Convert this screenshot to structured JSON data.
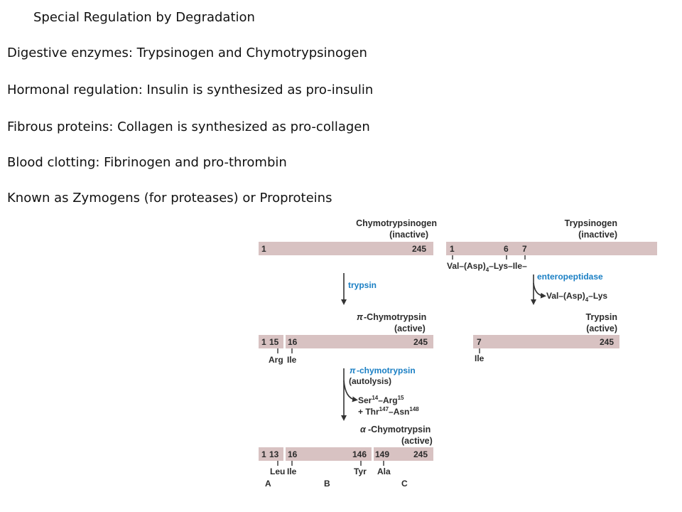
{
  "slide": {
    "title": "Special Regulation by Degradation",
    "lines": [
      "Digestive enzymes: Trypsinogen and Chymotrypsinogen",
      "Hormonal regulation: Insulin is synthesized as pro-insulin",
      "Fibrous proteins: Collagen is synthesized as pro-collagen",
      "Blood clotting: Fibrinogen and pro-thrombin",
      "Known as Zymogens (for proteases) or Proproteins"
    ]
  },
  "diagram": {
    "chymotrypsinogen": {
      "name": "Chymotrypsinogen",
      "state": "(inactive)",
      "start": "1",
      "end": "245"
    },
    "trypsin_step": "trypsin",
    "pi_chymotrypsin": {
      "name": "-Chymotrypsin",
      "symbol": "π",
      "state": "(active)",
      "n15": "15",
      "n16": "16",
      "end": "245",
      "res1": "Arg",
      "res2": "Ile"
    },
    "autolysis": {
      "label": "-chymotrypsin",
      "symbol": "π",
      "sub": "(autolysis)",
      "released1": "Ser–Arg",
      "released1_sup1": "14",
      "released1_sup2": "15",
      "released2": "+ Thr–Asn",
      "released2_sup1": "147",
      "released2_sup2": "148"
    },
    "alpha_chymotrypsin": {
      "name": "-Chymotrypsin",
      "symbol": "α",
      "state": "(active)",
      "n1": "1",
      "n13": "13",
      "n16": "16",
      "n146": "146",
      "n149": "149",
      "end": "245",
      "res_leu": "Leu",
      "res_ile": "Ile",
      "res_tyr": "Tyr",
      "res_ala": "Ala",
      "chain_a": "A",
      "chain_b": "B",
      "chain_c": "C"
    },
    "trypsinogen": {
      "name": "Trypsinogen",
      "state": "(inactive)",
      "n1": "1",
      "n6": "6",
      "n7": "7",
      "seq": "Val–(Asp)",
      "seq_sub": "4",
      "seq_tail": "–Lys–Ile–"
    },
    "enteropeptidase": "enteropeptidase",
    "released_peptide": {
      "text": "Val–(Asp)",
      "sub": "4",
      "tail": "–Lys"
    },
    "trypsin": {
      "name": "Trypsin",
      "state": "(active)",
      "start": "7",
      "end": "245",
      "res": "Ile"
    }
  }
}
